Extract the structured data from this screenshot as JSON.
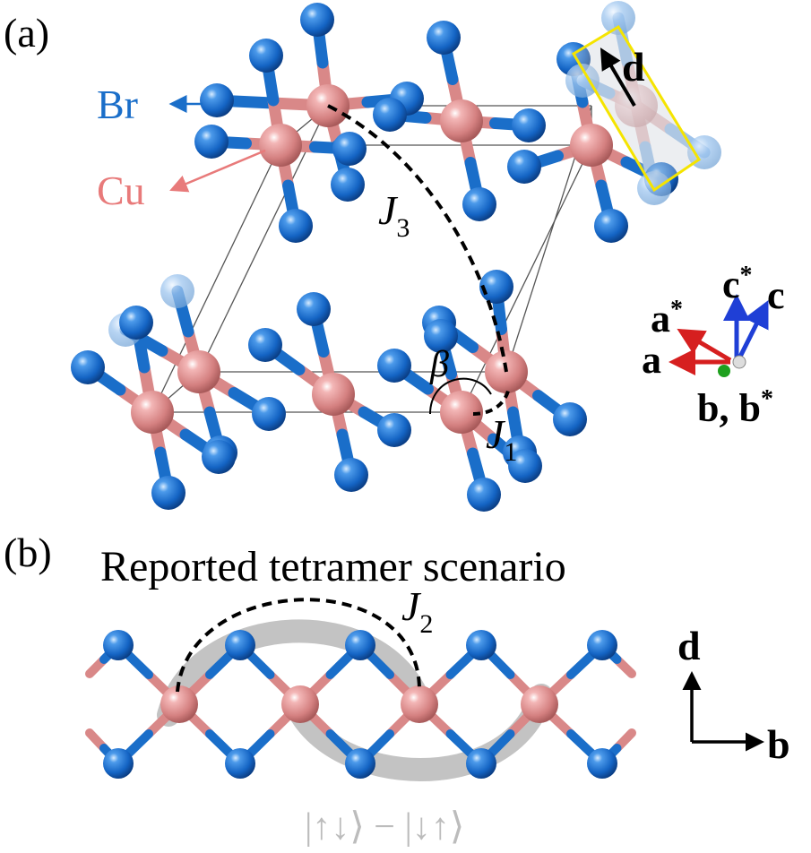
{
  "panel_a": {
    "label": "(a)",
    "legend": {
      "br": "Br",
      "cu": "Cu"
    },
    "exchange": {
      "j3": "J",
      "j3_sub": "3",
      "j1": "J",
      "j1_sub": "1"
    },
    "angle": "β",
    "direction": "d",
    "axes": {
      "a_star": "a",
      "a": "a",
      "c_star": "c",
      "c": "c",
      "b": "b, b",
      "star": "*"
    }
  },
  "panel_b": {
    "label": "(b)",
    "title": "Reported tetramer scenario",
    "exchange": {
      "j2": "J",
      "j2_sub": "2"
    },
    "state": "|↑↓⟩ − |↓↑⟩",
    "axes": {
      "d": "d",
      "b": "b"
    }
  },
  "colors": {
    "br": "#1a6ec9",
    "cu": "#d98888",
    "cell_edge": "#555555",
    "highlight": "#f5e400",
    "singlet_band": "#bdbdbd",
    "axis_red": "#d61f1f",
    "axis_blue": "#1f3fd6",
    "axis_green": "#1ea01e"
  }
}
